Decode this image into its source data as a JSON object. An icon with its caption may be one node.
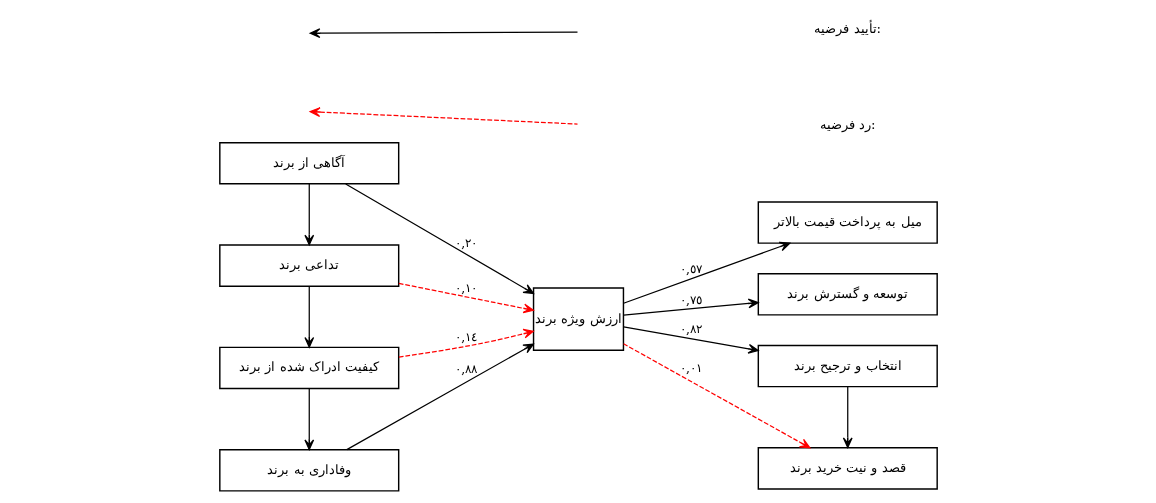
{
  "diagram": {
    "nodes": [
      {
        "text": [
          "آگاهی از برند"
        ]
      },
      {
        "text": [
          "تداعی برند"
        ]
      },
      {
        "text": [
          "کیفیت ادراک شده از برند"
        ]
      },
      {
        "text": [
          "وفاداری به برند"
        ]
      },
      {
        "text": [
          "ارزش ویژه برند"
        ]
      },
      {
        "text": [
          "میل به پرداخت قیمت بالاتر"
        ]
      },
      {
        "text": [
          "توسعه و گسترش برند"
        ]
      },
      {
        "text": [
          "انتخاب و ترجیح برند"
        ]
      },
      {
        "text": [
          "قصد و نیت خرید برند"
        ]
      }
    ],
    "edges": [
      {
        "from": 0,
        "to": 1,
        "arrow": "to"
      },
      {
        "from": 1,
        "to": 2,
        "arrow": "to"
      },
      {
        "from": 2,
        "to": 3,
        "arrow": "to"
      },
      {
        "from": 0,
        "to": 4,
        "arrow": "to",
        "label": "٠,٢٠"
      },
      {
        "from": 1,
        "to": 4,
        "arrow": "to",
        "label": "٠,١٠",
        "style": "dashed",
        "color": "#ff0000"
      },
      {
        "from": 2,
        "to": 4,
        "arrow": "to",
        "label": "٠,١٤",
        "style": "dashed",
        "color": "#ff0000"
      },
      {
        "from": 3,
        "to": 4,
        "arrow": "to",
        "label": "٠,٨٨"
      },
      {
        "from": 4,
        "to": 5,
        "arrow": "to",
        "label": "٠,٥٧"
      },
      {
        "from": 4,
        "to": 6,
        "arrow": "to",
        "label": "٠,٧٥"
      },
      {
        "from": 4,
        "to": 7,
        "arrow": "to",
        "label": "٠,٨٢"
      },
      {
        "from": 4,
        "to": 8,
        "arrow": "to",
        "label": "٠,٠١",
        "style": "dashed",
        "color": "#ff0000"
      },
      {
        "from": 7,
        "to": 8,
        "arrow": "to"
      }
    ],
    "legend": [
      {
        "text": "تأیید فرضیه:"
      },
      {
        "text": "رد فرضیه:"
      }
    ]
  }
}
